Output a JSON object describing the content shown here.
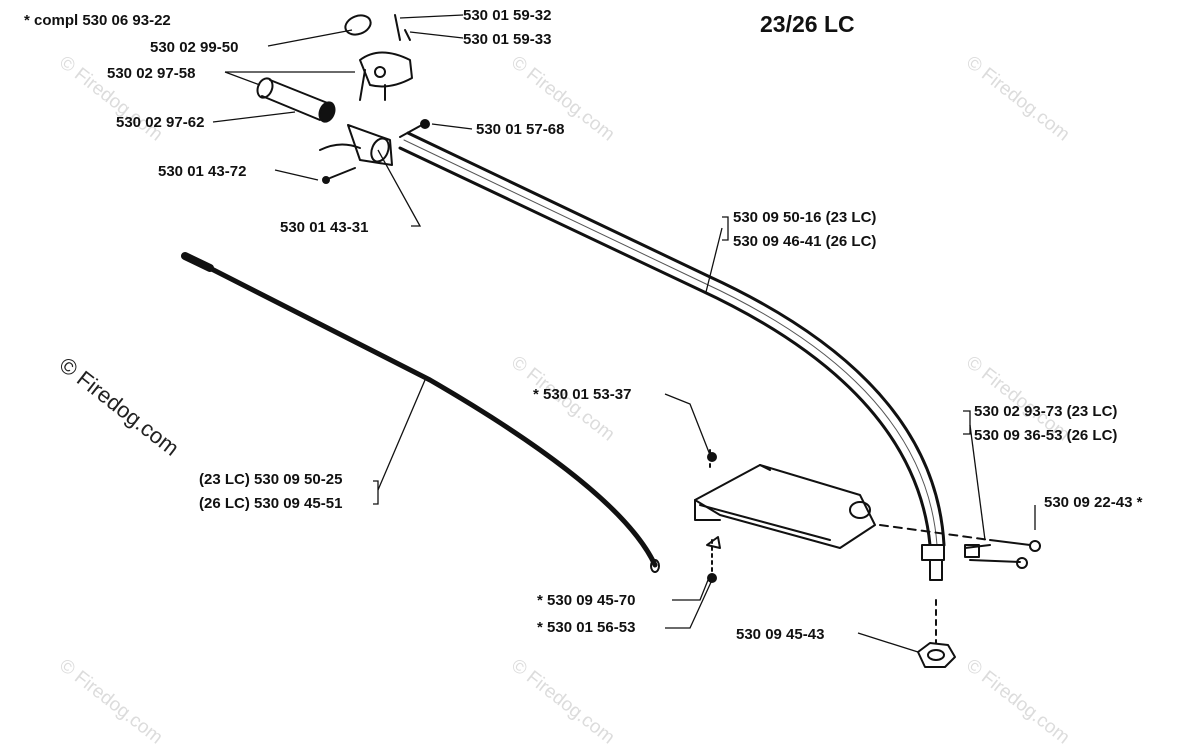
{
  "title": "23/26 LC",
  "watermark": "© Firedog.com",
  "labels": {
    "compl": "* compl 530 06 93-22",
    "p530029950": "530 02 99-50",
    "p530029758": "530 02 97-58",
    "p530029762": "530 02 97-62",
    "p530014372": "530 01 43-72",
    "p530014331": "530 01 43-31",
    "p530015932": "530 01 59-32",
    "p530015933": "530 01 59-33",
    "p530015768": "530 01 57-68",
    "shaft_23": "530 09 50-16 (23 LC)",
    "shaft_26": "530 09 46-41 (26 LC)",
    "cable_23": "(23 LC) 530 09 50-25",
    "cable_26": "(26 LC) 530 09 45-51",
    "p530015337": "* 530 01 53-37",
    "p530094570": "*  530 09 45-70",
    "p530015653": "* 530 01 56-53",
    "p530094543": "530 09 45-43",
    "guard_23": "530 02 93-73 (23 LC)",
    "guard_26": "530 09 36-53 (26 LC)",
    "p530092243": "530 09 22-43  *"
  }
}
